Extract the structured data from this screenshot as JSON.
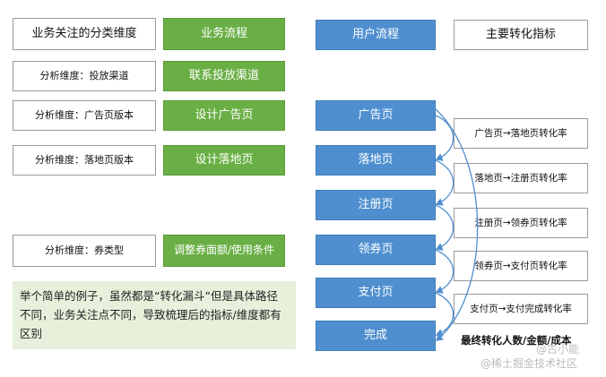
{
  "header": {
    "dimensions_label": "业务关注的分类维度",
    "business_flow_label": "业务流程",
    "user_flow_label": "用户流程",
    "metrics_label": "主要转化指标"
  },
  "dimensions": [
    "分析维度：投放渠道",
    "分析维度：广告页版本",
    "分析维度：落地页版本",
    "分析维度：券类型"
  ],
  "business_steps": [
    "联系投放渠道",
    "设计广告页",
    "设计落地页",
    "调整券面额/使用条件"
  ],
  "user_steps": [
    "广告页",
    "落地页",
    "注册页",
    "领券页",
    "支付页",
    "完成"
  ],
  "metrics": [
    "广告页→落地页转化率",
    "落地页→注册页转化率",
    "注册页→领券页转化率",
    "领券页→支付页转化率",
    "支付页→支付完成转化率"
  ],
  "final_metric": "最终转化人数/金额/成本",
  "note": "举个简单的例子，虽然都是“转化漏斗”但是具体路径不同，业务关注点不同，导致梳理后的指标/维度都有区别",
  "watermark": {
    "line1": "@古小能",
    "line2": "@稀土掘金技术社区"
  },
  "colors": {
    "green": "#6aaf45",
    "blue": "#4f8fcf",
    "note_bg": "#e6f0db",
    "arrow": "#4f8fcf"
  }
}
